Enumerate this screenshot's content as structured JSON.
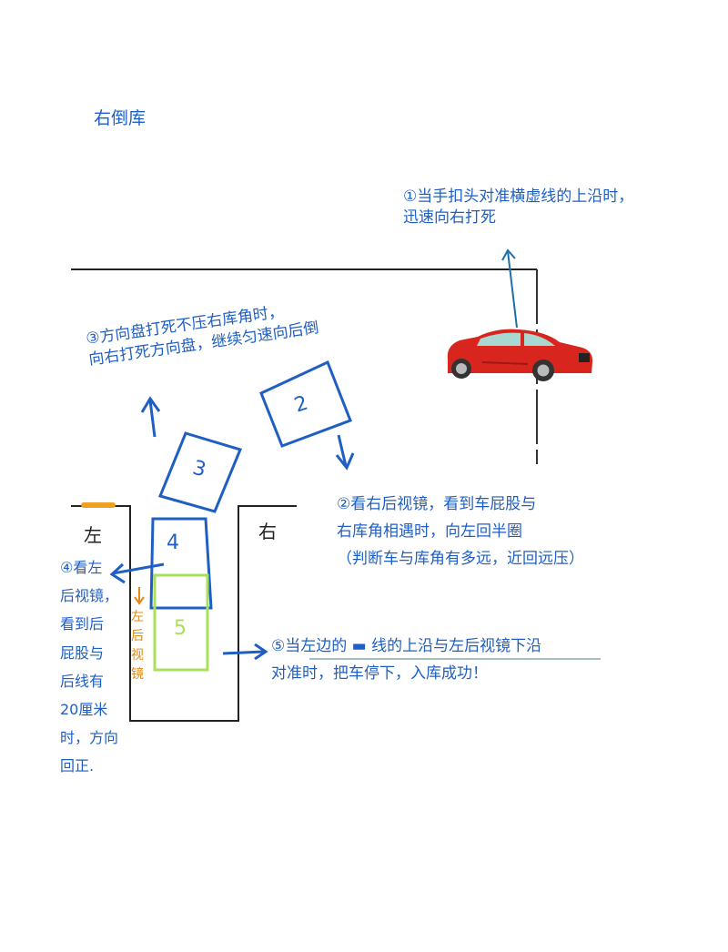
{
  "title": "右倒库",
  "steps": {
    "step1": {
      "lines": [
        "①当手扣头对准横虚线的上沿时，",
        "迅速向右打死"
      ]
    },
    "step2": {
      "lines": [
        "②看右后视镜，看到车屁股与",
        "右库角相遇时，向左回半圈",
        "（判断车与库角有多远，近回远压）"
      ]
    },
    "step3": {
      "lines": [
        "③方向盘打死不压右库角时，",
        "向右打死方向盘，继续匀速向后倒"
      ]
    },
    "step4": {
      "lines": [
        "④看左",
        "后视镜，",
        "看到后",
        "屁股与",
        "后线有",
        "20厘米",
        "时，方向",
        "回正."
      ]
    },
    "step5": {
      "lines": [
        "⑤当左边的 ▬ 线的上沿与左后视镜下沿",
        "对准时，把车停下，入库成功！"
      ]
    }
  },
  "diagram": {
    "left_label": "左",
    "right_label": "右",
    "mirror_label": "左后视镜",
    "car_positions": [
      "2",
      "3",
      "4",
      "5"
    ],
    "colors": {
      "ink_blue": "#1f5fc4",
      "line_black": "#222222",
      "highlight_orange": "#f0a020",
      "car_red": "#d8261e",
      "position5_green": "#a8e05a"
    }
  }
}
